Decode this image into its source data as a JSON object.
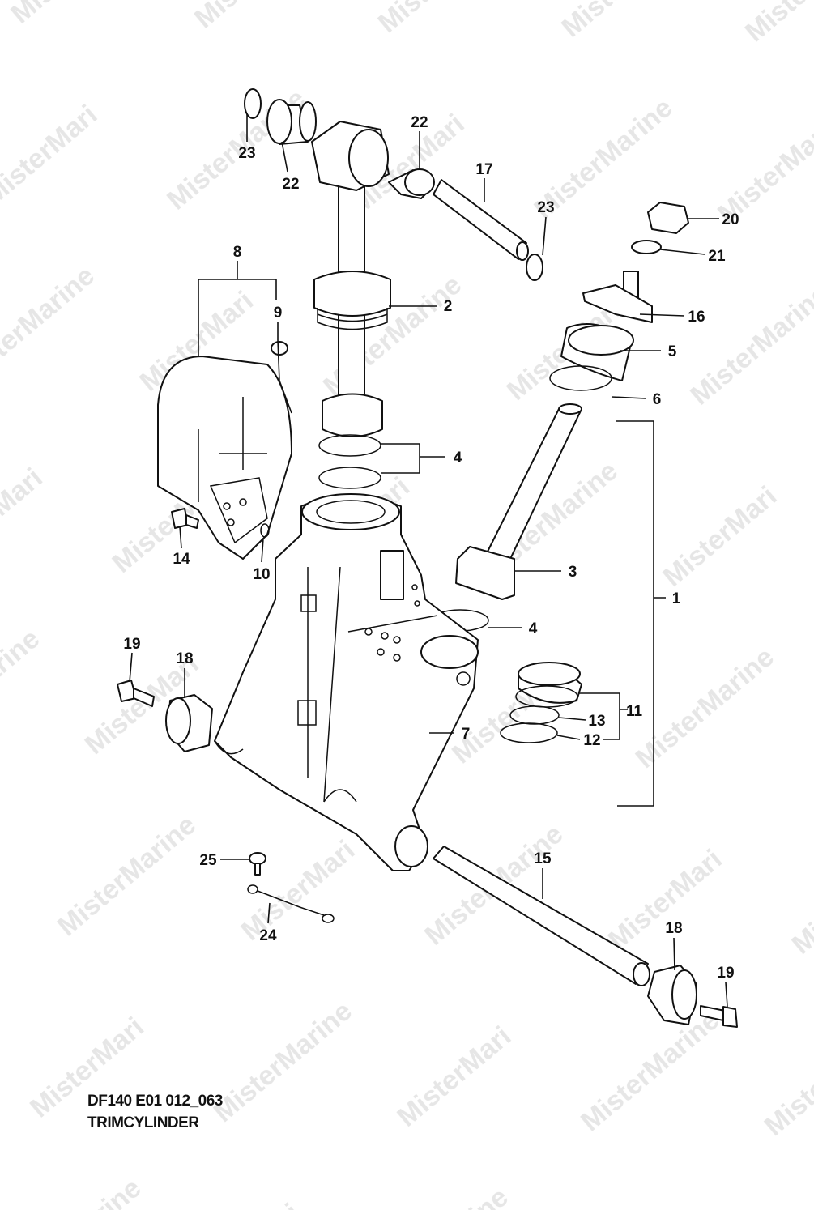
{
  "watermark": "MisterMarine",
  "caption": {
    "model_code": "DF140 E01 012_063",
    "title": "TRIMCYLINDER"
  },
  "callouts": {
    "c23a": "23",
    "c22a": "22",
    "c22b": "22",
    "c17": "17",
    "c23b": "23",
    "c20": "20",
    "c21": "21",
    "c16": "16",
    "c2": "2",
    "c8": "8",
    "c9": "9",
    "c5": "5",
    "c6": "6",
    "c4a": "4",
    "c3": "3",
    "c1": "1",
    "c4b": "4",
    "c14": "14",
    "c10": "10",
    "c19a": "19",
    "c18a": "18",
    "c11": "11",
    "c13": "13",
    "c12": "12",
    "c7": "7",
    "c15": "15",
    "c25": "25",
    "c24": "24",
    "c18b": "18",
    "c19b": "19"
  }
}
